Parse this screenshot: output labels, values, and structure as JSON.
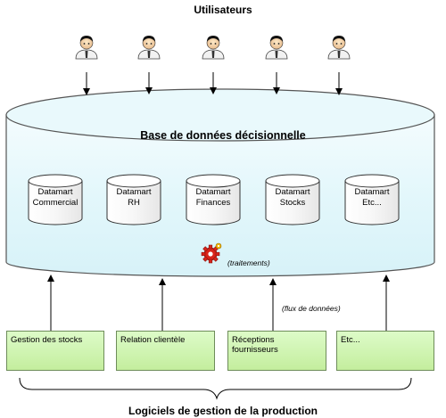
{
  "diagram": {
    "users_title": "Utilisateurs",
    "database_title": "Base de données décisionnelle",
    "datamarts": [
      {
        "line1": "Datamart",
        "line2": "Commercial"
      },
      {
        "line1": "Datamart",
        "line2": "RH"
      },
      {
        "line1": "Datamart",
        "line2": "Finances"
      },
      {
        "line1": "Datamart",
        "line2": "Stocks"
      },
      {
        "line1": "Datamart",
        "line2": "Etc..."
      }
    ],
    "processing_label": "(traitements)",
    "flow_label": "(flux de données)",
    "sources": [
      {
        "line1": "Gestion des stocks",
        "line2": ""
      },
      {
        "line1": "Relation clientèle",
        "line2": ""
      },
      {
        "line1": "Réceptions",
        "line2": "fournisseurs"
      },
      {
        "line1": "Etc...",
        "line2": ""
      }
    ],
    "bottom_title": "Logiciels de gestion de la production",
    "colors": {
      "cylinder_fill": "#e6f8fc",
      "cylinder_top": "#d4f2f8",
      "cylinder_stroke": "#555555",
      "source_fill": "#d6f7bd",
      "source_border": "#6e8c5a",
      "gear": "#d9241a",
      "gear_small": "#f2b400"
    },
    "icons": {
      "user": "person-icon",
      "processing": "gear-icon"
    }
  }
}
